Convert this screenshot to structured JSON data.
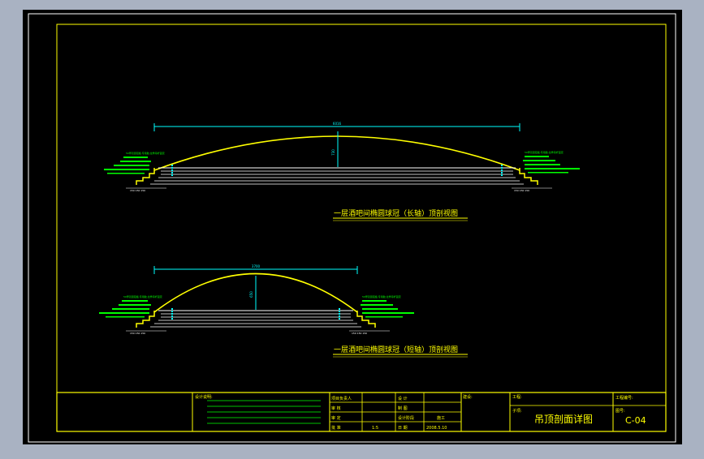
{
  "drawing": {
    "title_long": "一层酒吧间椭圆球冠（长轴）顶剖视图",
    "title_short": "一层酒吧间椭圆球冠（短轴）顶剖视图",
    "dim_long_width": "6016",
    "dim_long_height": "730",
    "dim_short_width": "3700",
    "dim_short_height": "650",
    "annotation_left_long": "50厚双层铝板,专用胶,龙骨吊杆固定",
    "annotation_right_long": "50厚双层铝板,专用胶,龙骨吊杆固定",
    "annotation_left_short": "50厚双层铝板,专用胶,龙骨吊杆固定",
    "annotation_right_short": "50厚双层铝板,专用胶,龙骨吊杆固定",
    "base_label": "150 150 150"
  },
  "title_block": {
    "notes_label": "设计说明:",
    "project_lead_label": "项目负责人",
    "check_label": "审 核",
    "review_label": "审 定",
    "approve_label": "批 准",
    "design_label": "设 计",
    "draw_label": "制 图",
    "design_stage_label": "设计阶段",
    "date_label": "日 期",
    "scale_value": "1:5",
    "stage_value": "施工",
    "date_value": "2008.5.10",
    "client_label": "建设:",
    "project_label": "工程:",
    "sub_label": "子项:",
    "drawing_name": "吊顶剖面详图",
    "job_no_label": "工程编号:",
    "drawing_no_label": "图号:",
    "drawing_no": "C-04"
  },
  "colors": {
    "frame": "#ffff00",
    "arc": "#ffff00",
    "dimension": "#00ffff",
    "hatch": "#00ff00",
    "lines": "#ffffff",
    "title_text": "#ffff00"
  }
}
